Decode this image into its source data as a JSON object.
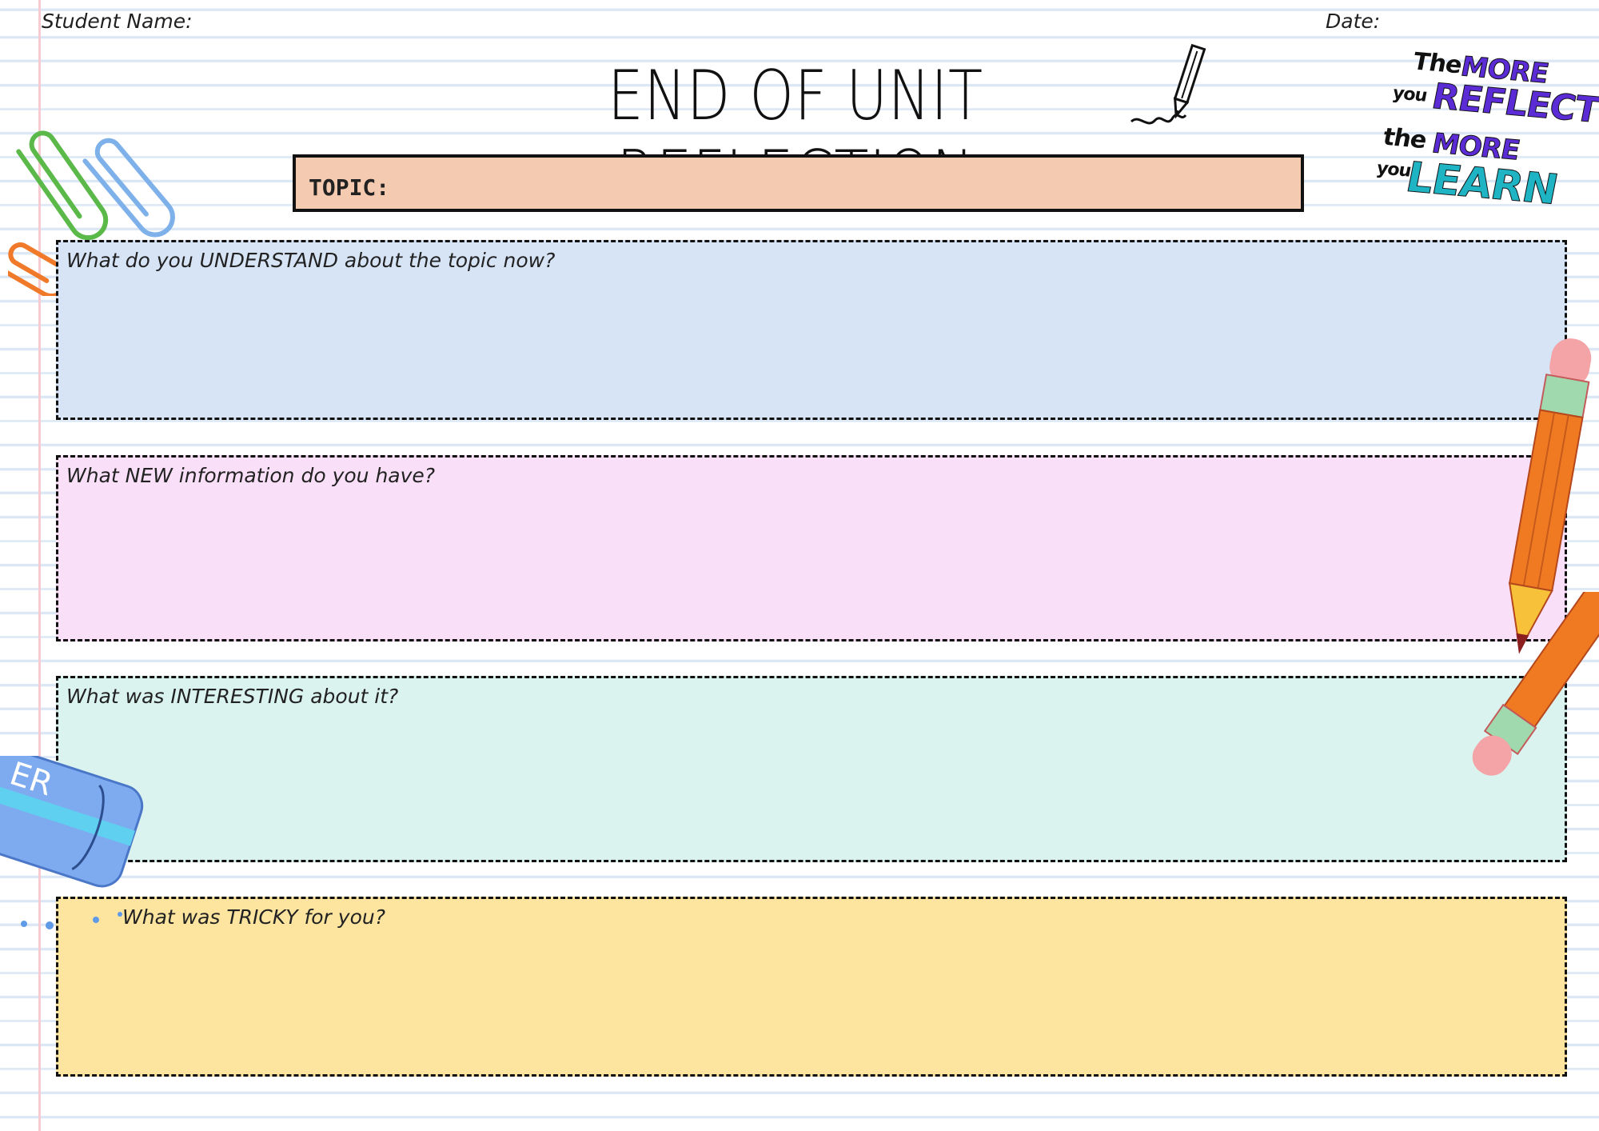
{
  "header": {
    "student_label": "Student Name:",
    "date_label": "Date:"
  },
  "title": "END OF UNIT REFLECTION",
  "topic": {
    "label": "TOPIC:"
  },
  "prompts": [
    {
      "question": "What do you UNDERSTAND about the topic now?",
      "color": "#d6e4f6"
    },
    {
      "question": "What NEW information do you have?",
      "color": "#fadff8"
    },
    {
      "question": "What was INTERESTING about it?",
      "color": "#daf3ef"
    },
    {
      "question": "What was TRICKY for you?",
      "color": "#fde5a0"
    }
  ],
  "poster": {
    "line1": "The",
    "line1b": "MORE",
    "line2": "you",
    "line2b": "REFLECT",
    "line3": "the",
    "line3b": "MORE",
    "line4": "you",
    "line4b": "LEARN",
    "colors": {
      "purple": "#5b2bd6",
      "teal": "#1fb4c4",
      "dark": "#111111"
    }
  },
  "eraser_text": "ER",
  "decorations": [
    "paperclip-icon",
    "pencil-icon",
    "eraser-icon",
    "reflection-poster"
  ]
}
